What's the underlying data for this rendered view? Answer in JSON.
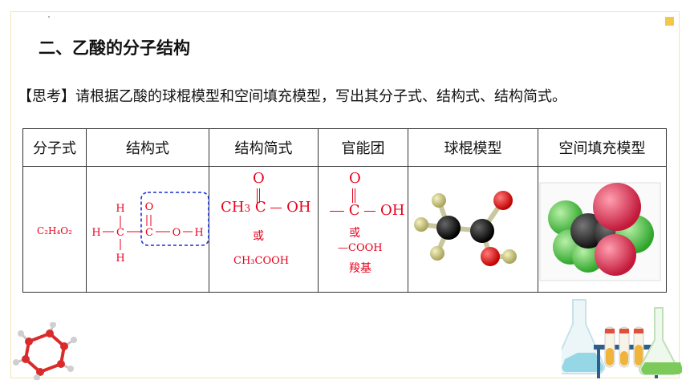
{
  "title": "二、乙酸的分子结构",
  "prompt": "【思考】请根据乙酸的球棍模型和空间填充模型，写出其分子式、结构式、结构简式。",
  "table": {
    "headers": [
      "分子式",
      "结构式",
      "结构简式",
      "官能团",
      "球棍模型",
      "空间填充模型"
    ],
    "molecular_formula": "C₂H₄O₂",
    "structural": {
      "h_top": "H",
      "o_top": "O",
      "left_h": "H",
      "c1": "C",
      "c2": "C",
      "o_right": "O",
      "h_right": "H",
      "h_bottom": "H",
      "dash": "—"
    },
    "condensed": {
      "o_top": "O",
      "ch3": "CH",
      "sub3": "3",
      "c": "C",
      "oh": "OH",
      "or": "或",
      "alt": "CH₃COOH"
    },
    "functional_group": {
      "o_top": "O",
      "c": "C",
      "oh": "OH",
      "or": "或",
      "alt": "—COOH",
      "name": "羧基"
    }
  },
  "colors": {
    "red": "#e8001c",
    "blue_box": "#1a2ed6",
    "frame": "#f2e6b8",
    "corner": "#f2c84b"
  }
}
